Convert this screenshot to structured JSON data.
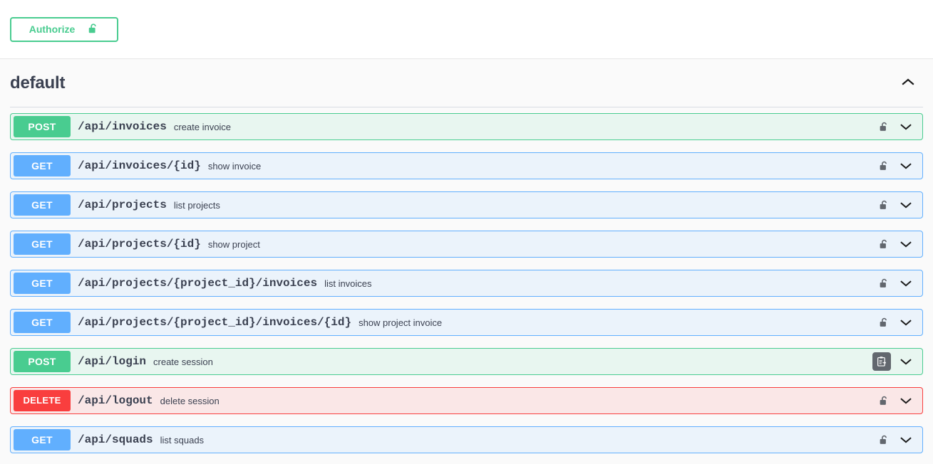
{
  "topbar": {
    "authorize_label": "Authorize",
    "lock_icon": "unlocked-padlock-icon"
  },
  "section": {
    "title": "default",
    "toggle_icon": "chevron-up-icon",
    "expanded": true
  },
  "colors": {
    "get": "#61affe",
    "post": "#49cc90",
    "delete": "#f93e3e",
    "get_bg": "#ebf3fb",
    "post_bg": "#e8f6f0",
    "delete_bg": "#fae7e7",
    "authorize_green": "#49cc90",
    "lock_gray": "#62676e",
    "text": "#3b4151"
  },
  "operations": [
    {
      "method": "POST",
      "method_class": "post",
      "path": "/api/invoices",
      "summary": "create invoice",
      "auth_icon": "unlocked-padlock-icon",
      "toggle_icon": "chevron-down-icon"
    },
    {
      "method": "GET",
      "method_class": "get",
      "path": "/api/invoices/{id}",
      "summary": "show invoice",
      "auth_icon": "unlocked-padlock-icon",
      "toggle_icon": "chevron-down-icon"
    },
    {
      "method": "GET",
      "method_class": "get",
      "path": "/api/projects",
      "summary": "list projects",
      "auth_icon": "unlocked-padlock-icon",
      "toggle_icon": "chevron-down-icon"
    },
    {
      "method": "GET",
      "method_class": "get",
      "path": "/api/projects/{id}",
      "summary": "show project",
      "auth_icon": "unlocked-padlock-icon",
      "toggle_icon": "chevron-down-icon"
    },
    {
      "method": "GET",
      "method_class": "get",
      "path": "/api/projects/{project_id}/invoices",
      "summary": "list invoices",
      "auth_icon": "unlocked-padlock-icon",
      "toggle_icon": "chevron-down-icon"
    },
    {
      "method": "GET",
      "method_class": "get",
      "path": "/api/projects/{project_id}/invoices/{id}",
      "summary": "show project invoice",
      "auth_icon": "unlocked-padlock-icon",
      "toggle_icon": "chevron-down-icon"
    },
    {
      "method": "POST",
      "method_class": "post",
      "path": "/api/login",
      "summary": "create session",
      "auth_icon": "clipboard-arrow-icon",
      "toggle_icon": "chevron-down-icon"
    },
    {
      "method": "DELETE",
      "method_class": "delete",
      "path": "/api/logout",
      "summary": "delete session",
      "auth_icon": "unlocked-padlock-icon",
      "toggle_icon": "chevron-down-icon"
    },
    {
      "method": "GET",
      "method_class": "get",
      "path": "/api/squads",
      "summary": "list squads",
      "auth_icon": "unlocked-padlock-icon",
      "toggle_icon": "chevron-down-icon"
    }
  ]
}
